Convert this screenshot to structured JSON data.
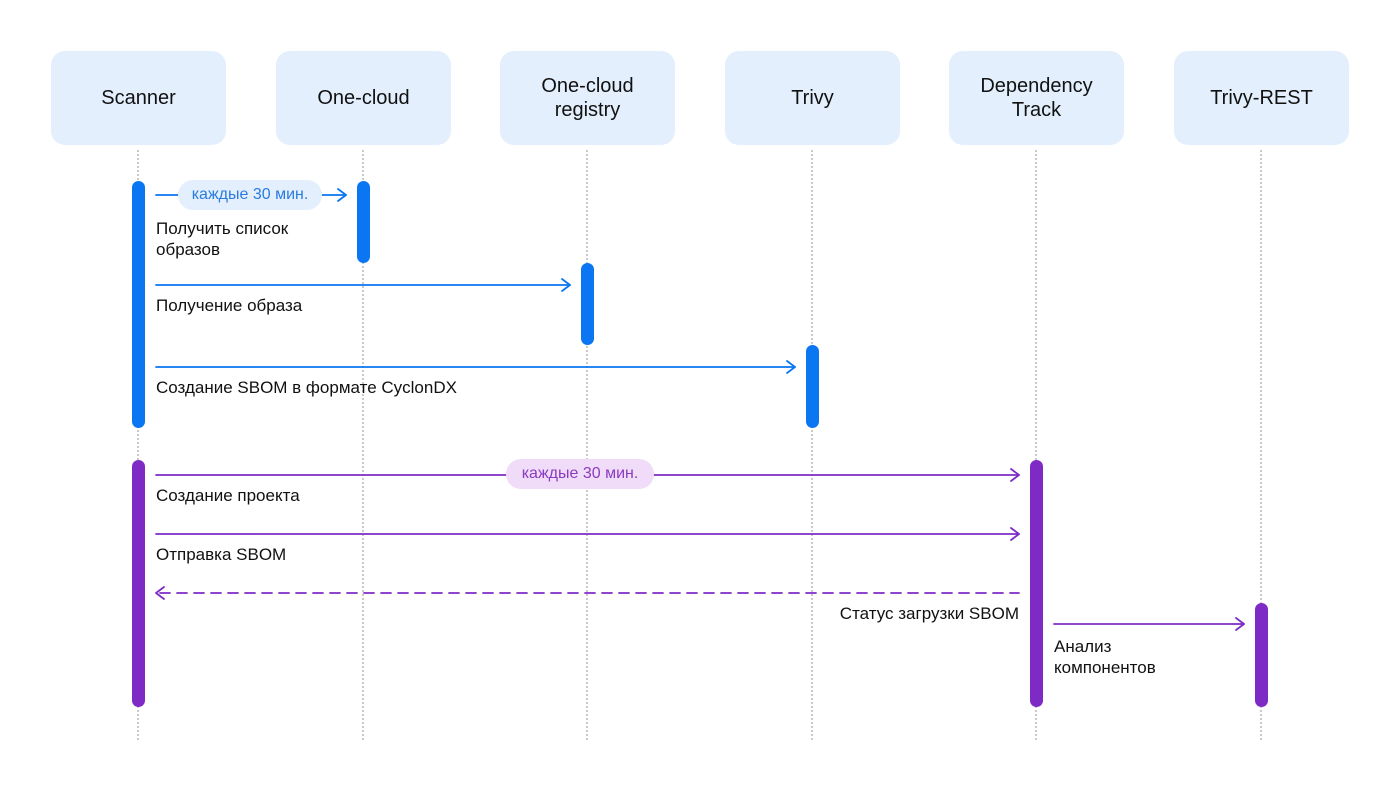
{
  "actors": [
    {
      "label": "Scanner"
    },
    {
      "label": "One-cloud"
    },
    {
      "label": "One-cloud\nregistry"
    },
    {
      "label": "Trivy"
    },
    {
      "label": "Dependency\nTrack"
    },
    {
      "label": "Trivy-REST"
    }
  ],
  "schedule": {
    "blue": "каждые 30 мин.",
    "purple": "каждые 30 мин."
  },
  "messages": {
    "get_image_list": "Получить список\nобразов",
    "get_image": "Получение образа",
    "create_sbom": "Создание SBOM в формате CyclonDX",
    "create_project": "Создание проекта",
    "send_sbom": "Отправка SBOM",
    "upload_status": "Статус загрузки SBOM",
    "analyze_components": "Анализ\nкомпонентов"
  },
  "colors": {
    "blue": "#0a76f2",
    "purple": "#7e2bc6",
    "actor_bg": "#e3effc"
  }
}
